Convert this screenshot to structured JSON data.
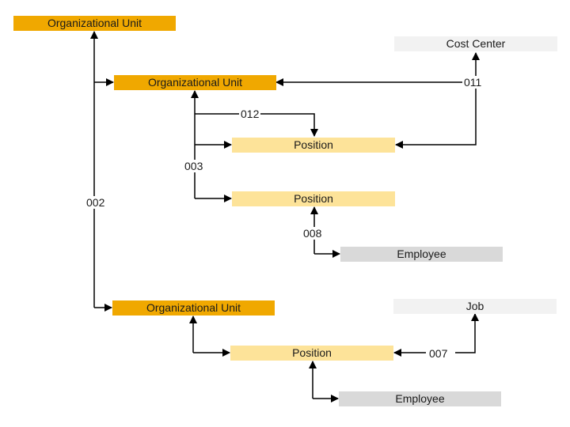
{
  "nodes": {
    "org_top": "Organizational Unit",
    "org_mid": "Organizational Unit",
    "org_bottom": "Organizational Unit",
    "cost_center": "Cost Center",
    "position_1": "Position",
    "position_2": "Position",
    "position_3": "Position",
    "employee_1": "Employee",
    "employee_2": "Employee",
    "job": "Job"
  },
  "relations": {
    "r002": "002",
    "r003": "003",
    "r007": "007",
    "r008": "008",
    "r011": "011",
    "r012": "012"
  },
  "colors": {
    "org_unit": "#f0a800",
    "position": "#fde399",
    "employee": "#d9d9d9",
    "external": "#f2f2f2",
    "line": "#000000"
  }
}
